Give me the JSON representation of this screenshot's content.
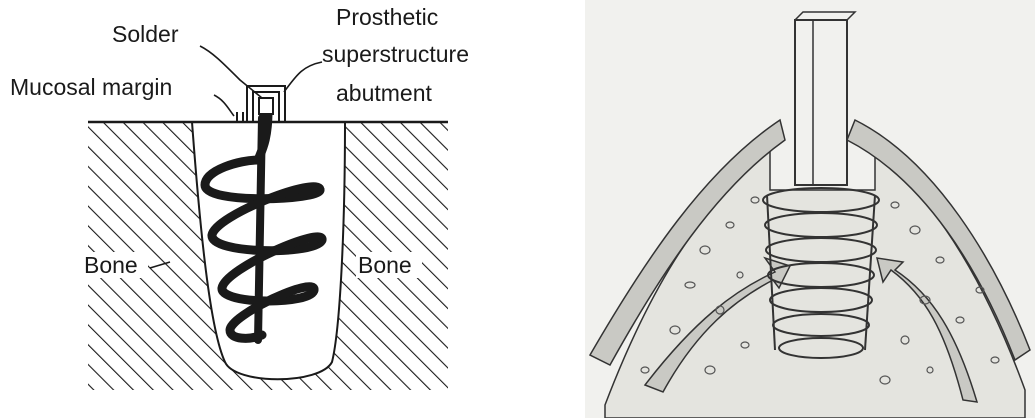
{
  "left_diagram": {
    "labels": {
      "solder": "Solder",
      "prosthetic_line1": "Prosthetic",
      "prosthetic_line2": "superstructure",
      "prosthetic_line3": "abutment",
      "mucosal_margin": "Mucosal margin",
      "bone_left": "Bone",
      "bone_right": "Bone"
    }
  },
  "right_diagram": {},
  "colors": {
    "ink": "#1a1a1a",
    "paper": "#ffffff",
    "sketch_paper": "#f1f1ee",
    "shaded_bone": "#e4e4df",
    "cortex": "#c9c9c4"
  }
}
